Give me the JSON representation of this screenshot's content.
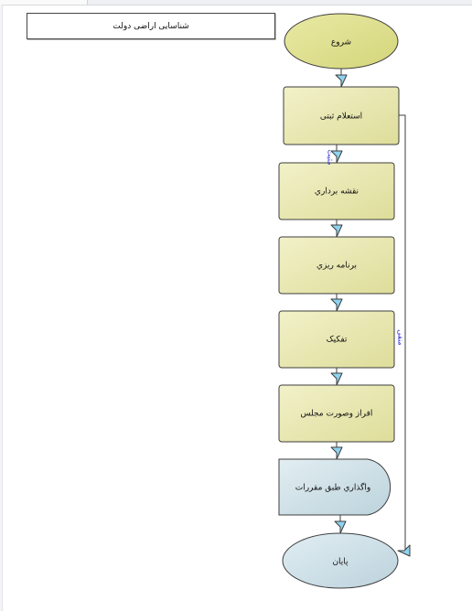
{
  "title": "شناسایی اراضی دولت",
  "nodes": {
    "start": "شروع",
    "registry_inquiry": "استعلام ثبتی",
    "surveying": "نقشه برداري",
    "planning": "برنامه ريزي",
    "subdivision": "تفکيک",
    "deed": "افراز وصورت مجلس",
    "assignment": "واگذاري طبق مقررات",
    "end": "پایان"
  },
  "edges": {
    "positive_label": "مثبت",
    "negative_label": "منفی"
  },
  "colors": {
    "process_fill": "#ecebb6",
    "terminal_fill": "#dfe08f",
    "final_fill": "#cfe0e6",
    "outline": "#3e3e3e",
    "arrow": "#8ed3f0",
    "label_blue": "#2b2bd6"
  }
}
